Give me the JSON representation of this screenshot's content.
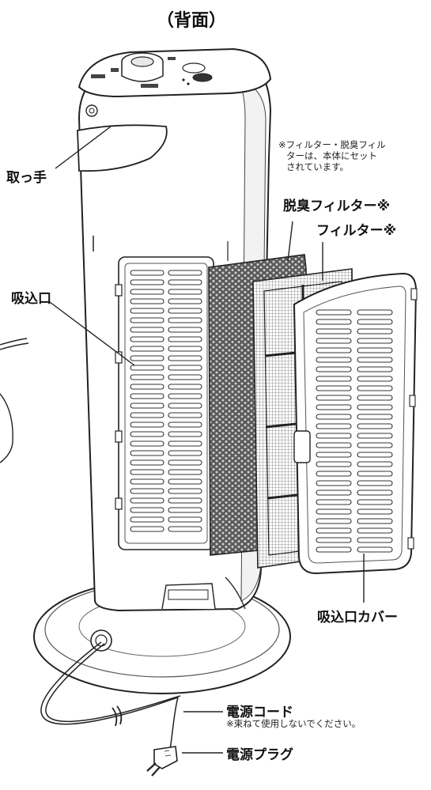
{
  "title": "（背面）",
  "labels": {
    "handle": "取っ手",
    "intake": "吸込口",
    "deodorizing_filter": "脱臭フィルター※",
    "filter": "フィルター※",
    "intake_cover": "吸込口カバー",
    "power_cord": "電源コード",
    "power_plug": "電源プラグ"
  },
  "notes": {
    "filter_note_line1": "※フィルター・脱臭フィル",
    "filter_note_line2": "ターは、本体にセット",
    "filter_note_line3": "されています。",
    "cord_note": "※束ねて使用しないでください。"
  }
}
